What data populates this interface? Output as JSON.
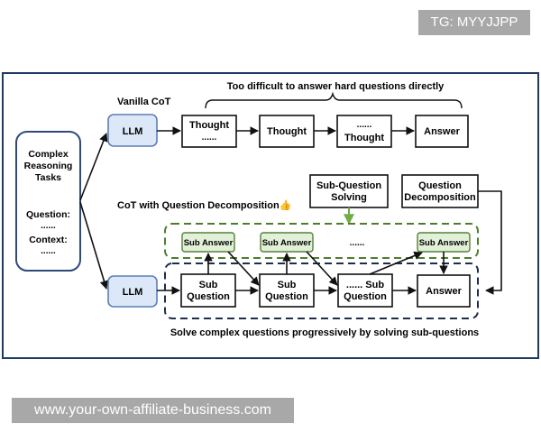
{
  "watermarks": {
    "top": "TG: MYYJJPP",
    "bottom": "www.your-own-affiliate-business.com"
  },
  "colors": {
    "llm_fill": "#dce7f7",
    "llm_stroke": "#5b7fb8",
    "sub_answer_fill": "#e2f0d9",
    "sub_answer_stroke": "#548235",
    "green_dash": "#4e7d2a",
    "navy_dash": "#1f2d4d",
    "input_stroke": "#2f4a7a"
  },
  "input": {
    "line1": "Complex",
    "line2": "Reasoning",
    "line3": "Tasks",
    "question_label": "Question:",
    "question_dots": "......",
    "context_label": "Context:",
    "context_dots": "......"
  },
  "vanilla": {
    "title": "Vanilla CoT",
    "brace_label": "Too difficult to answer hard questions directly",
    "llm": "LLM",
    "thought1_line1": "Thought",
    "thought1_line2": "......",
    "thought2": "Thought",
    "thought3_line1": "......",
    "thought3_line2": "Thought",
    "answer": "Answer"
  },
  "decomp": {
    "title": "CoT with Question Decomposition",
    "emoji": "👍",
    "sub_question_solving_line1": "Sub-Question",
    "sub_question_solving_line2": "Solving",
    "question_decomposition_line1": "Question",
    "question_decomposition_line2": "Decomposition",
    "sub_answer_1": "Sub Answer",
    "sub_answer_2": "Sub Answer",
    "sub_answer_dots": "......",
    "sub_answer_3": "Sub Answer",
    "llm": "LLM",
    "sub_q1_line1": "Sub",
    "sub_q1_line2": "Question",
    "sub_q2_line1": "Sub",
    "sub_q2_line2": "Question",
    "sub_q3_line1": "...... Sub",
    "sub_q3_line2": "Question",
    "answer": "Answer",
    "bottom_label": "Solve complex questions progressively by solving sub-questions"
  }
}
